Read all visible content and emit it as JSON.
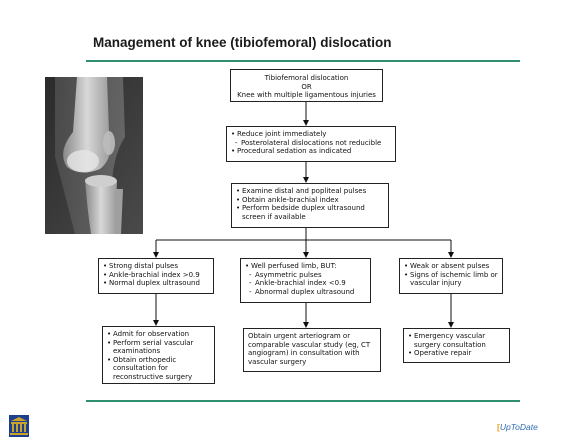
{
  "title": "Management of knee (tibiofemoral) dislocation",
  "xray": {
    "icon": "knee-xray-image"
  },
  "flowchart": {
    "start": {
      "lines": [
        "Tibiofemoral dislocation",
        "OR",
        "Knee with multiple ligamentous injuries"
      ]
    },
    "reduce": {
      "items": [
        "Reduce joint immediately",
        "Posterolateral dislocations not reducible",
        "Procedural sedation as indicated"
      ]
    },
    "examine": {
      "items": [
        "Examine distal and popliteal pulses",
        "Obtain ankle-brachial index",
        "Perform bedside duplex ultrasound screen if available"
      ]
    },
    "strong": {
      "items": [
        "Strong distal pulses",
        "Ankle-brachial index >0.9",
        "Normal duplex ultrasound"
      ]
    },
    "well_perfused": {
      "items": [
        "Well perfused limb, BUT:",
        "Asymmetric pulses",
        "Ankle-brachial index <0.9",
        "Abnormal duplex ultrasound"
      ]
    },
    "weak": {
      "items": [
        "Weak or absent pulses",
        "Signs of ischemic limb or vascular injury"
      ]
    },
    "admit": {
      "items": [
        "Admit for observation",
        "Perform serial vascular examinations",
        "Obtain orthopedic consultation for reconstructive surgery"
      ]
    },
    "arteriogram": {
      "text": "Obtain urgent arteriogram or comparable vascular study (eg, CT angiogram) in consultation with vascular surgery"
    },
    "emergency": {
      "items": [
        "Emergency vascular surgery consultation",
        "Operative repair"
      ]
    }
  },
  "footer": {
    "left_logo": "institution-building-logo",
    "brand": "UpToDate"
  },
  "colors": {
    "rule": "#2f8f6f",
    "brand_blue": "#2f6db0",
    "brand_orange": "#e8a419",
    "logo_gold": "#c9a227",
    "logo_blue": "#1c3f8f"
  }
}
